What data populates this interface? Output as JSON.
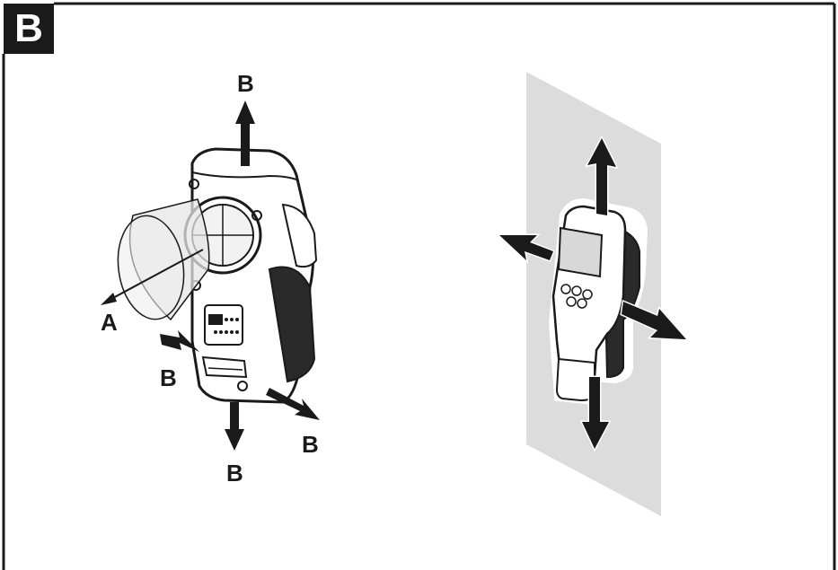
{
  "figure": {
    "panel_label": "B",
    "labels": {
      "a": "A",
      "b_top": "B",
      "b_left": "B",
      "b_right": "B",
      "b_bottom": "B"
    }
  },
  "colors": {
    "ink": "#1a1a1a",
    "wall": "#dcdcdc",
    "cone": "#e6e6e6"
  }
}
